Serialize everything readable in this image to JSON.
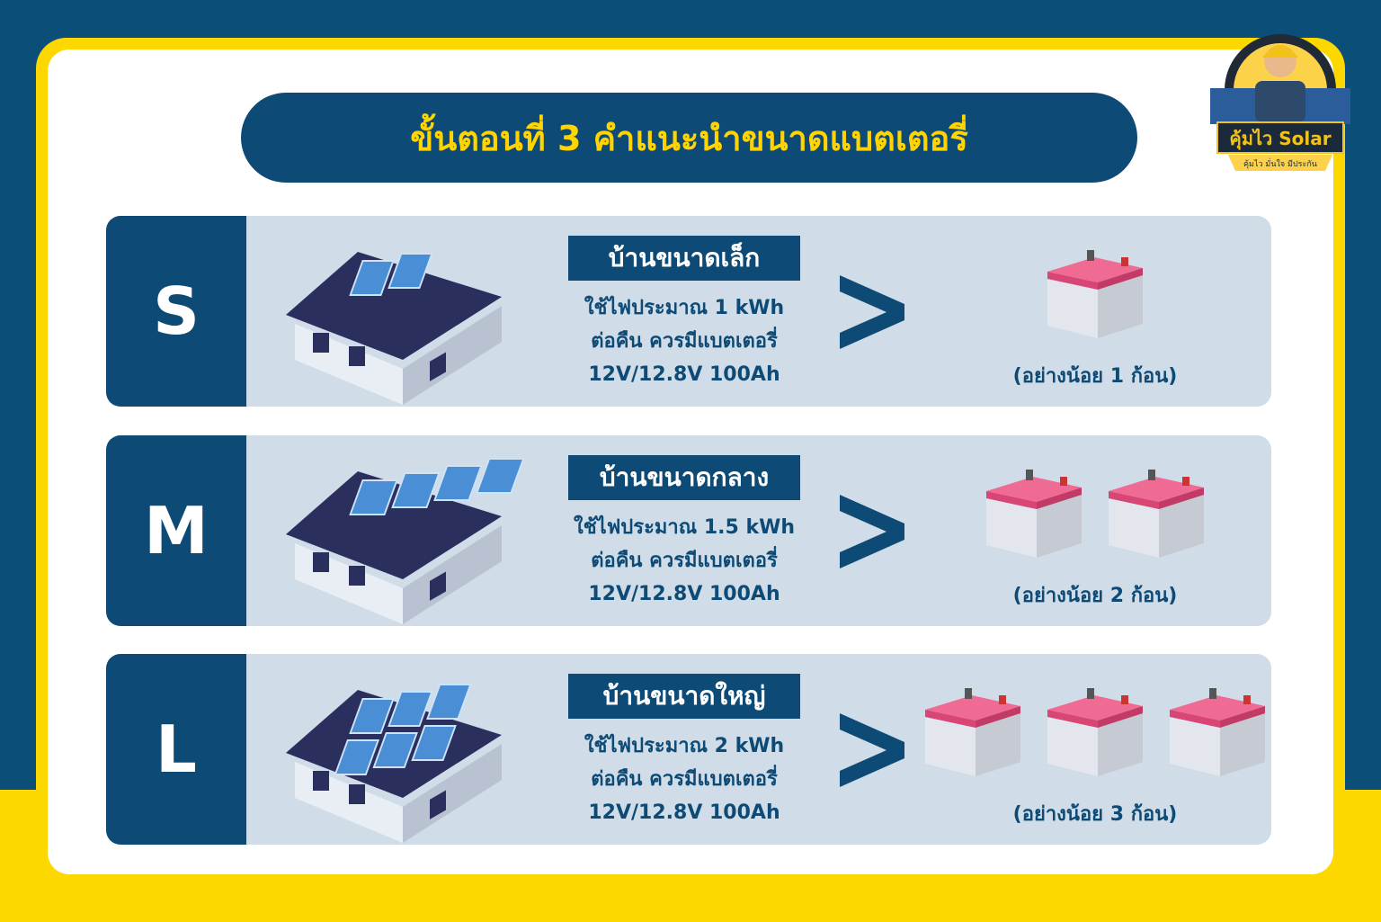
{
  "title": "ขั้นตอนที่ 3 คำแนะนำขนาดแบตเตอรี่",
  "logo": {
    "name": "คุ้มไว Solar",
    "tagline": "คุ้มไว มั่นใจ มีประกัน"
  },
  "colors": {
    "navy": "#0d4a75",
    "yellow": "#fcd800",
    "row_bg": "#d0dde8",
    "battery_top": "#e8517a"
  },
  "rows": [
    {
      "size": "S",
      "label": "บ้านขนาดเล็ก",
      "line1": "ใช้ไฟประมาณ 1 kWh",
      "line2": "ต่อคืน ควรมีแบตเตอรี่",
      "line3": "12V/12.8V 100Ah",
      "arrow": ">",
      "count": "(อย่างน้อย 1 ก้อน)",
      "batteries": 1
    },
    {
      "size": "M",
      "label": "บ้านขนาดกลาง",
      "line1": "ใช้ไฟประมาณ 1.5 kWh",
      "line2": "ต่อคืน ควรมีแบตเตอรี่",
      "line3": "12V/12.8V 100Ah",
      "arrow": ">",
      "count": "(อย่างน้อย 2 ก้อน)",
      "batteries": 2
    },
    {
      "size": "L",
      "label": "บ้านขนาดใหญ่",
      "line1": "ใช้ไฟประมาณ 2 kWh",
      "line2": "ต่อคืน ควรมีแบตเตอรี่",
      "line3": "12V/12.8V 100Ah",
      "arrow": ">",
      "count": "(อย่างน้อย 3 ก้อน)",
      "batteries": 3
    }
  ]
}
